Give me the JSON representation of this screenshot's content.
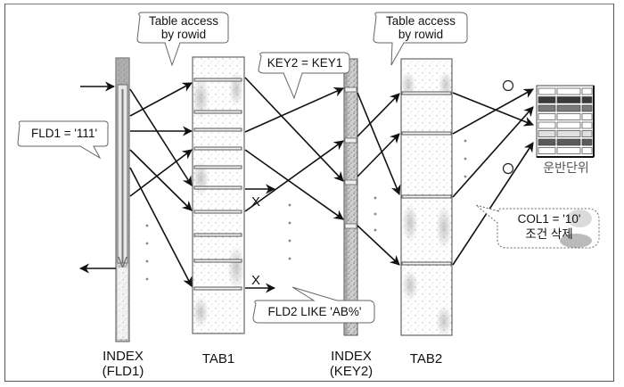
{
  "diagram": {
    "columns": [
      {
        "id": "index-fld1",
        "label_line1": "INDEX",
        "label_line2": "(FLD1)",
        "kind": "index"
      },
      {
        "id": "tab1",
        "label_line1": "TAB1",
        "label_line2": "",
        "kind": "table"
      },
      {
        "id": "index-key2",
        "label_line1": "INDEX",
        "label_line2": "(KEY2)",
        "kind": "index"
      },
      {
        "id": "tab2",
        "label_line1": "TAB2",
        "label_line2": "",
        "kind": "table"
      }
    ],
    "callouts": {
      "fld1_condition": "FLD1 = '111'",
      "table_access_1_line1": "Table access",
      "table_access_1_line2": "by rowid",
      "join_condition": "KEY2 = KEY1",
      "table_access_2_line1": "Table access",
      "table_access_2_line2": "by rowid",
      "fld2_condition": "FLD2 LIKE 'AB%'",
      "col1_condition_line1": "COL1 = '10'",
      "col1_condition_line2": "조건 삭제"
    },
    "marks": {
      "reject_1": "X",
      "reject_2": "X",
      "accept_1": "O",
      "accept_2": "O"
    },
    "result": {
      "label": "운반단위"
    },
    "colors": {
      "line": "#111111",
      "index_fill": "#b5b5b5",
      "table_border": "#666666",
      "result_dark_row": "#3a3a3a",
      "result_mid_row": "#7a7a7a"
    }
  }
}
